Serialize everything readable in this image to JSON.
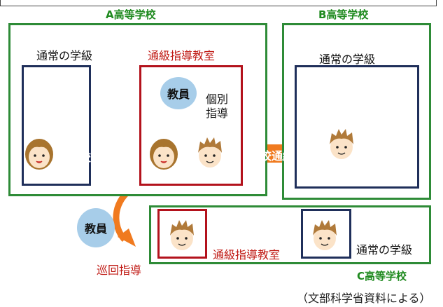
{
  "school_a": {
    "title": "A高等学校",
    "normal_class": "通常の学級",
    "guidance_room": "通級指導教室"
  },
  "school_b": {
    "title": "B高等学校",
    "normal_class": "通常の学級"
  },
  "school_c": {
    "title": "C高等学校",
    "normal_class": "通常の学級",
    "guidance_room": "通級指導教室"
  },
  "teacher_label": "教員",
  "individual_guidance": [
    "個別",
    "指導"
  ],
  "arrows": {
    "self_school": "自校通級",
    "other_school": "他校通級",
    "attend": "通級",
    "itinerant": "巡回指導"
  },
  "source_note": "（文部科学省資料による）",
  "colors": {
    "green": "#2e8b37",
    "navy": "#1f2f5a",
    "red": "#b3121c",
    "orange": "#f07a1f",
    "teacher_circle": "#a7cde9"
  }
}
